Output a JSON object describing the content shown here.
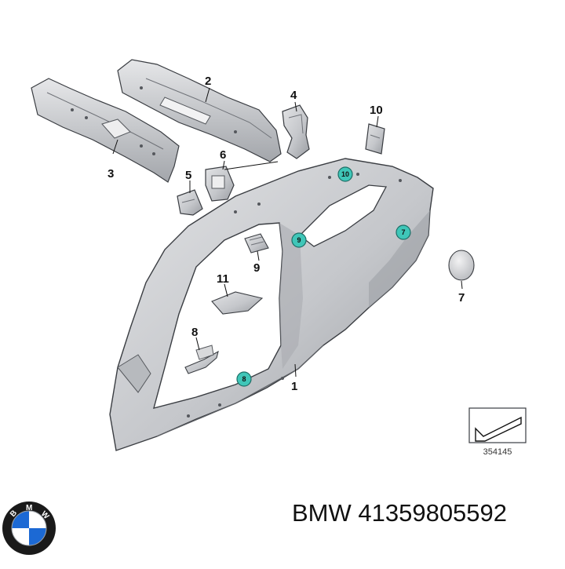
{
  "diagram": {
    "callouts": {
      "p1": "1",
      "p2": "2",
      "p3": "3",
      "p4": "4",
      "p5": "5",
      "p6": "6",
      "p7": "7",
      "p8": "8",
      "p9": "9",
      "p10": "10",
      "p11": "11"
    },
    "badges": {
      "b10": "10",
      "b9": "9",
      "b7": "7",
      "b8": "8"
    },
    "reference_number": "354145"
  },
  "brand": {
    "logo_letters": "BMW",
    "part_caption": "BMW 41359805592"
  },
  "colors": {
    "panel_fill": "#c9cbce",
    "panel_shadow": "#8e9196",
    "outline": "#3a3d42",
    "badge": "#3fc6b8",
    "logo_blue": "#1c69d4"
  }
}
